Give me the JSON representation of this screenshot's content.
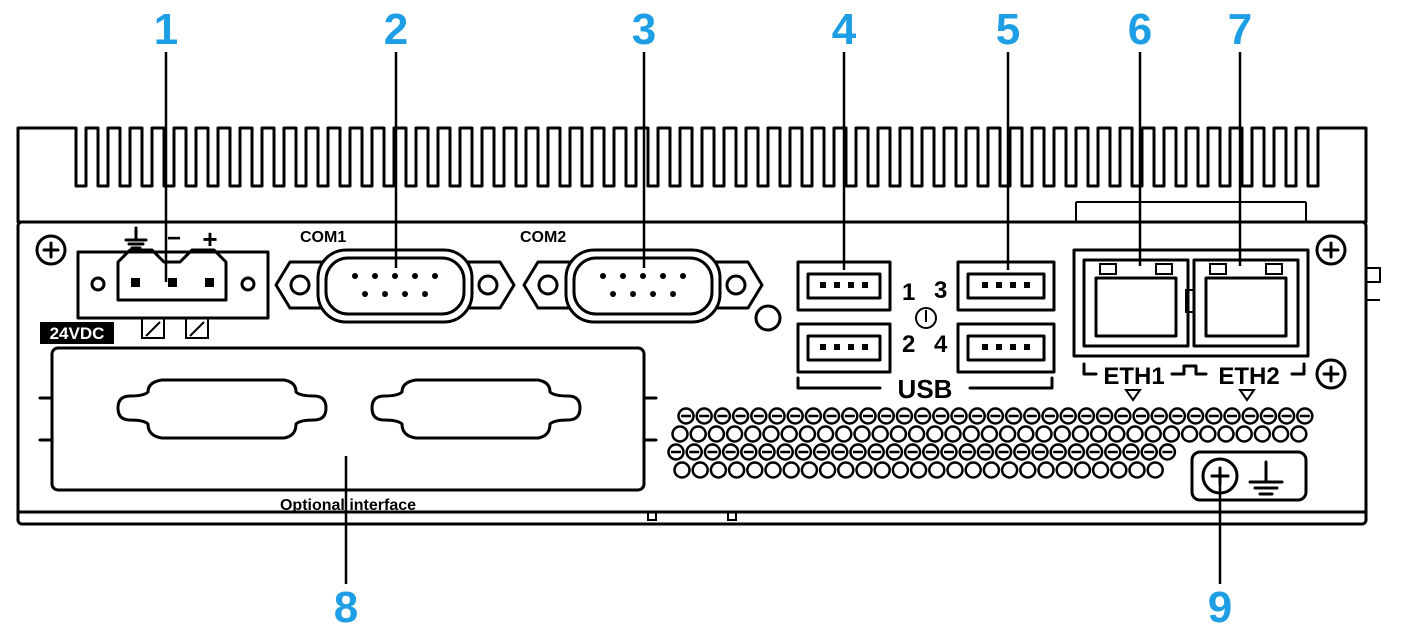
{
  "callouts": [
    {
      "id": "1",
      "text": "1"
    },
    {
      "id": "2",
      "text": "2"
    },
    {
      "id": "3",
      "text": "3"
    },
    {
      "id": "4",
      "text": "4"
    },
    {
      "id": "5",
      "text": "5"
    },
    {
      "id": "6",
      "text": "6"
    },
    {
      "id": "7",
      "text": "7"
    },
    {
      "id": "8",
      "text": "8"
    },
    {
      "id": "9",
      "text": "9"
    }
  ],
  "labels": {
    "power": "24VDC",
    "power_minus": "−",
    "power_plus": "+",
    "com1": "COM1",
    "com2": "COM2",
    "usb": "USB",
    "usb_port_1": "1",
    "usb_port_2": "2",
    "usb_port_3": "3",
    "usb_port_4": "4",
    "eth1": "ETH1",
    "eth2": "ETH2",
    "optional": "Optional interface"
  },
  "colors": {
    "callout": "#1e9ee4",
    "line": "#000000",
    "background": "#ffffff"
  },
  "icons": [
    "ground-icon",
    "screw-icon",
    "ground-screw-icon"
  ]
}
